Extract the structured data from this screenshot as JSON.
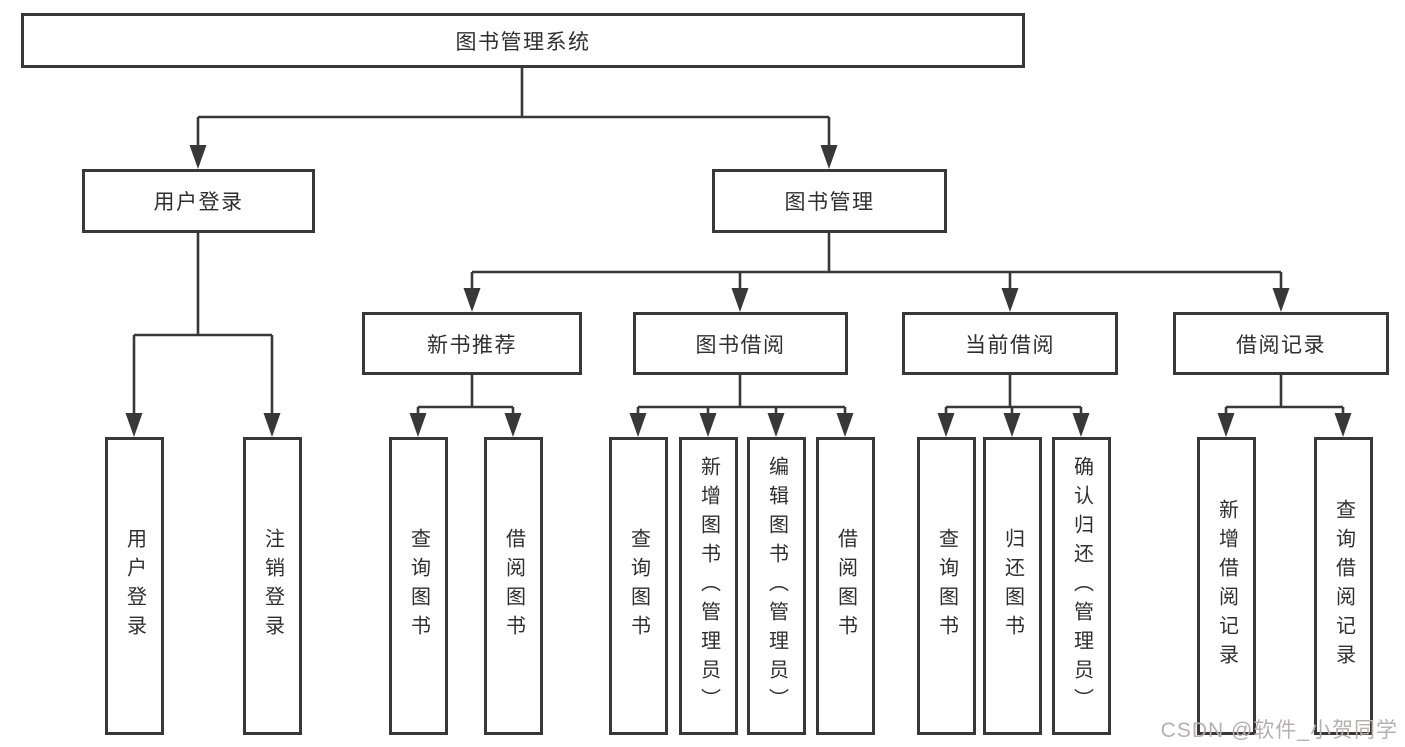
{
  "colors": {
    "line": "#383838",
    "text": "#2f2f2f",
    "background": "#ffffff",
    "watermark": "#b4b0b0"
  },
  "watermark": "CSDN @软件_小贺同学",
  "tree": {
    "label": "图书管理系统",
    "children": [
      {
        "label": "用户登录",
        "children": [
          {
            "label": "用户登录"
          },
          {
            "label": "注销登录"
          }
        ]
      },
      {
        "label": "图书管理",
        "children": [
          {
            "label": "新书推荐",
            "children": [
              {
                "label": "查询图书"
              },
              {
                "label": "借阅图书"
              }
            ]
          },
          {
            "label": "图书借阅",
            "children": [
              {
                "label": "查询图书"
              },
              {
                "label": "新增图书（管理员）"
              },
              {
                "label": "编辑图书（管理员）"
              },
              {
                "label": "借阅图书"
              }
            ]
          },
          {
            "label": "当前借阅",
            "children": [
              {
                "label": "查询图书"
              },
              {
                "label": "归还图书"
              },
              {
                "label": "确认归还（管理员）"
              }
            ]
          },
          {
            "label": "借阅记录",
            "children": [
              {
                "label": "新增借阅记录"
              },
              {
                "label": "查询借阅记录"
              }
            ]
          }
        ]
      }
    ]
  }
}
